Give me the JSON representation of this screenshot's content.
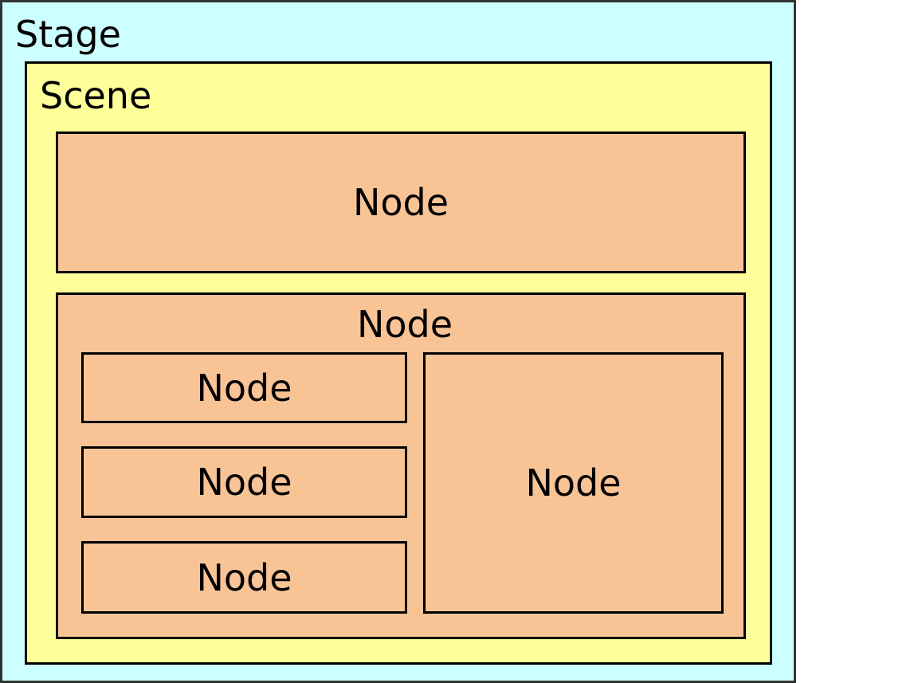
{
  "colors": {
    "stage": "#ccffff",
    "scene": "#ffff99",
    "node": "#f8c496",
    "border": "#000000",
    "stage_border": "#333333"
  },
  "stage": {
    "label": "Stage"
  },
  "scene": {
    "label": "Scene"
  },
  "nodes": {
    "top": {
      "label": "Node"
    },
    "group": {
      "label": "Node",
      "children": [
        {
          "label": "Node"
        },
        {
          "label": "Node"
        },
        {
          "label": "Node"
        },
        {
          "label": "Node"
        }
      ]
    }
  }
}
